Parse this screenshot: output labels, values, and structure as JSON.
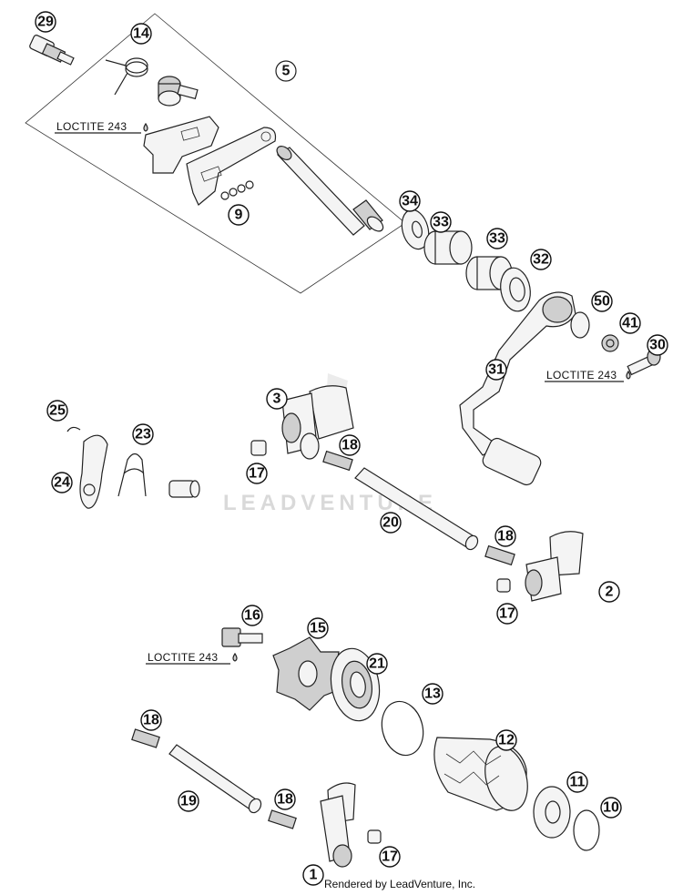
{
  "assembly_label": "5",
  "callouts": [
    {
      "id": "c29",
      "label": "29"
    },
    {
      "id": "c14",
      "label": "14"
    },
    {
      "id": "c5",
      "label": "5"
    },
    {
      "id": "c9",
      "label": "9"
    },
    {
      "id": "c34",
      "label": "34"
    },
    {
      "id": "c33a",
      "label": "33"
    },
    {
      "id": "c33b",
      "label": "33"
    },
    {
      "id": "c32",
      "label": "32"
    },
    {
      "id": "c50",
      "label": "50"
    },
    {
      "id": "c41",
      "label": "41"
    },
    {
      "id": "c30",
      "label": "30"
    },
    {
      "id": "c31",
      "label": "31"
    },
    {
      "id": "c3",
      "label": "3"
    },
    {
      "id": "c25",
      "label": "25"
    },
    {
      "id": "c23",
      "label": "23"
    },
    {
      "id": "c24",
      "label": "24"
    },
    {
      "id": "c18a",
      "label": "18"
    },
    {
      "id": "c17a",
      "label": "17"
    },
    {
      "id": "c20",
      "label": "20"
    },
    {
      "id": "c18b",
      "label": "18"
    },
    {
      "id": "c2",
      "label": "2"
    },
    {
      "id": "c17b",
      "label": "17"
    },
    {
      "id": "c16",
      "label": "16"
    },
    {
      "id": "c15",
      "label": "15"
    },
    {
      "id": "c21",
      "label": "21"
    },
    {
      "id": "c13",
      "label": "13"
    },
    {
      "id": "c18c",
      "label": "18"
    },
    {
      "id": "c12",
      "label": "12"
    },
    {
      "id": "c19",
      "label": "19"
    },
    {
      "id": "c18d",
      "label": "18"
    },
    {
      "id": "c11",
      "label": "11"
    },
    {
      "id": "c10",
      "label": "10"
    },
    {
      "id": "c17c",
      "label": "17"
    },
    {
      "id": "c1",
      "label": "1"
    }
  ],
  "loctite_notes": [
    {
      "id": "l1",
      "text": "LOCTITE 243"
    },
    {
      "id": "l2",
      "text": "LOCTITE 243"
    },
    {
      "id": "l3",
      "text": "LOCTITE 243"
    }
  ],
  "watermark": "LEADVENTURE",
  "footer": "Rendered by LeadVenture, Inc."
}
